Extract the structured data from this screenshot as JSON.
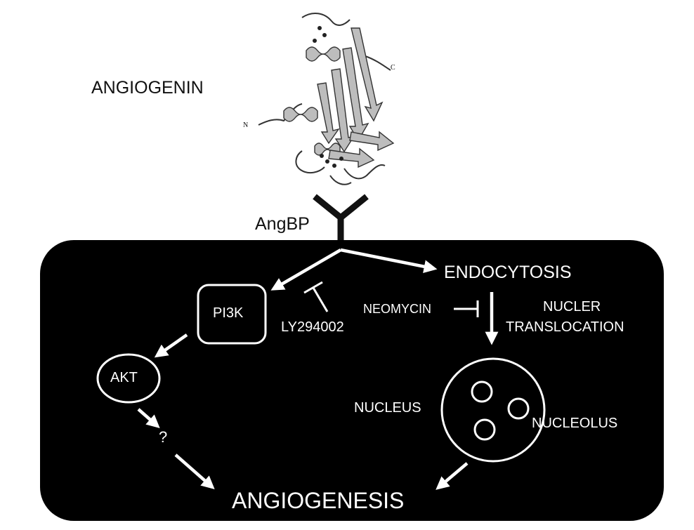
{
  "protein": {
    "title": "ANGIOGENIN",
    "terminus_n": "N",
    "terminus_c": "C"
  },
  "receptor": {
    "label": "AngBP"
  },
  "nodes": {
    "pi3k": "PI3K",
    "ly294002": "LY294002",
    "akt": "AKT",
    "unknown": "?",
    "endocytosis": "ENDOCYTOSIS",
    "neomycin": "NEOMYCIN",
    "nuclear_translocation_1": "NUCLER",
    "nuclear_translocation_2": "TRANSLOCATION",
    "nucleus": "NUCLEUS",
    "nucleolus": "NUCLEOLUS",
    "angiogenesis": "ANGIOGENESIS"
  },
  "colors": {
    "cell_fill": "#000000",
    "diagram_line": "#ffffff",
    "receptor": "#111111"
  }
}
